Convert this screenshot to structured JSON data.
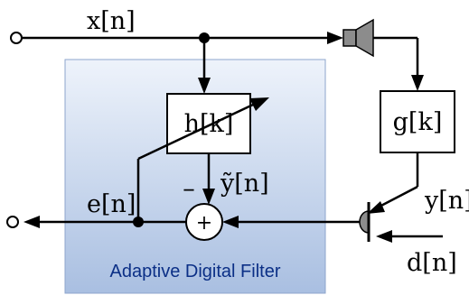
{
  "labels": {
    "x_n": "x[n]",
    "h_k": "h[k]",
    "g_k": "g[k]",
    "y_n": "y[n]",
    "y_tilde_n": "ỹ[n]",
    "e_n": "e[n]",
    "d_n": "d[n]",
    "minus_sign": "–",
    "plus_sign": "+"
  },
  "caption": "Adaptive Digital Filter",
  "colors": {
    "filter_fill_top": "#eef3fb",
    "filter_fill_bottom": "#a9bfe1",
    "filter_border": "#8ea5cc",
    "caption": "#0b2f86",
    "speaker": "#8c8c8c",
    "line": "#000000"
  }
}
